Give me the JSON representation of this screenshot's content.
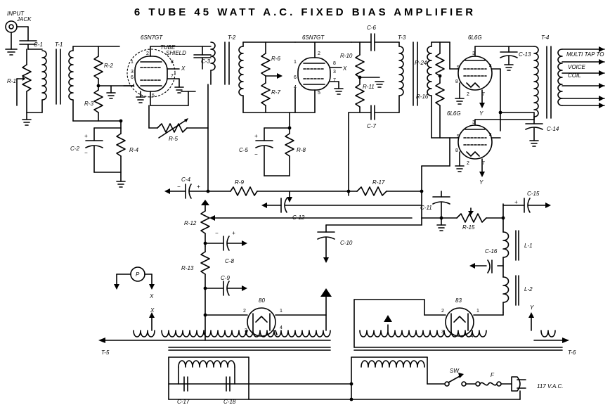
{
  "title": "6 TUBE 45 WATT A.C. FIXED BIAS AMPLIFIER",
  "input": {
    "label_line1": "INPUT",
    "label_line2": "JACK"
  },
  "tubes": {
    "v1": "6SN7GT",
    "v2": "6SN7GT",
    "v3": "6L6G",
    "v4": "6L6G",
    "rect1": "80",
    "rect2": "83",
    "shield_line1": "TUBE",
    "shield_line2": "SHIELD"
  },
  "transformers": [
    "T-1",
    "T-2",
    "T-3",
    "T-4",
    "T-5",
    "T-6"
  ],
  "resistors": [
    "R-1",
    "R-2",
    "R-3",
    "R-4",
    "R-5",
    "R-6",
    "R-7",
    "R-8",
    "R-9",
    "R-10",
    "R-11",
    "R-12",
    "R-13",
    "R-15",
    "R-16",
    "R-17",
    "R-24"
  ],
  "capacitors": [
    "C-1",
    "C-2",
    "C-3",
    "C-4",
    "C-5",
    "C-6",
    "C-7",
    "C-8",
    "C-9",
    "C-10",
    "C-11",
    "C-12",
    "C-13",
    "C-14",
    "C-15",
    "C-16",
    "C-17",
    "C-18"
  ],
  "inductors": [
    "L-1",
    "L-2"
  ],
  "output": {
    "line1": "MULTI TAP TO",
    "line2": "VOICE",
    "line3": "COIL"
  },
  "misc": {
    "switch": "SW",
    "fuse": "F",
    "mains": "117 V.A.C.",
    "pilot": "P",
    "x": "X",
    "y": "Y"
  },
  "pins": [
    "1",
    "2",
    "3",
    "4",
    "5",
    "6",
    "7",
    "8"
  ]
}
